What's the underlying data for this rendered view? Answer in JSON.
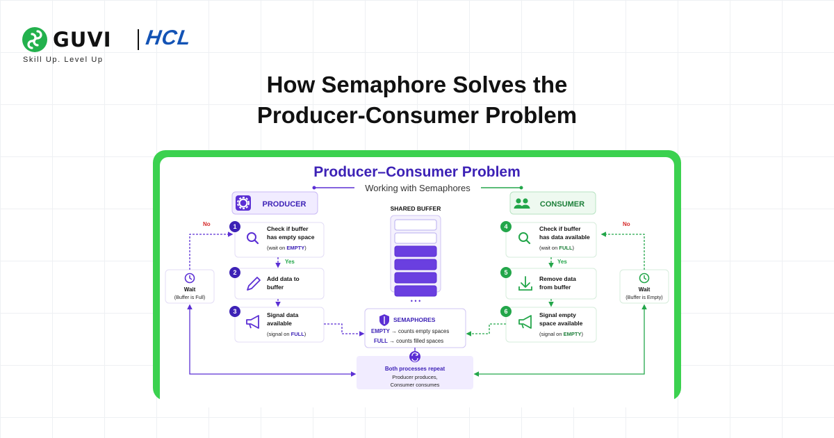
{
  "brand": {
    "guvi": "GUVI",
    "hcl": "HCL",
    "tagline": "Skill Up. Level Up"
  },
  "page_title_line1": "How Semaphore Solves the",
  "page_title_line2": "Producer-Consumer Problem",
  "diagram": {
    "title": "Producer–Consumer Problem",
    "subtitle": "Working with Semaphores",
    "producer_label": "PRODUCER",
    "consumer_label": "CONSUMER",
    "shared_buffer_label": "SHARED BUFFER",
    "buffer_slots_empty": 2,
    "buffer_slots_filled": 4,
    "producer_steps": [
      {
        "num": "1",
        "line1": "Check if buffer",
        "line2": "has empty space",
        "wait_pre": "(wait on ",
        "wait_key": "EMPTY",
        "wait_post": ")"
      },
      {
        "num": "2",
        "line1": "Add data to",
        "line2": "buffer"
      },
      {
        "num": "3",
        "line1": "Signal data",
        "line2": "available",
        "wait_pre": "(signal on ",
        "wait_key": "FULL",
        "wait_post": ")"
      }
    ],
    "consumer_steps": [
      {
        "num": "4",
        "line1": "Check if buffer",
        "line2": "has data available",
        "wait_pre": "(wait on ",
        "wait_key": "FULL",
        "wait_post": ")"
      },
      {
        "num": "5",
        "line1": "Remove data",
        "line2": "from buffer"
      },
      {
        "num": "6",
        "line1": "Signal empty",
        "line2": "space available",
        "wait_pre": "(signal on ",
        "wait_key": "EMPTY",
        "wait_post": ")"
      }
    ],
    "yes_label": "Yes",
    "no_label": "No",
    "wait_producer": {
      "title": "Wait",
      "sub": "(Buffer is Full)"
    },
    "wait_consumer": {
      "title": "Wait",
      "sub": "(Buffer is Empty)"
    },
    "semaphores": {
      "title": "SEMAPHORES",
      "empty_key": "EMPTY",
      "empty_desc": "counts empty spaces",
      "full_key": "FULL",
      "full_desc": "counts filled spaces",
      "arrow": "→"
    },
    "repeat": {
      "title": "Both processes repeat",
      "line1": "Producer produces,",
      "line2": "Consumer consumes"
    },
    "ellipsis": "• • •",
    "colors": {
      "purple": "#5b2fd4",
      "purple_dark": "#3d22b6",
      "green": "#23a64a",
      "green_light": "#eef9f0",
      "purple_light": "#f1ecff",
      "frame_green": "#3bd14f"
    }
  }
}
